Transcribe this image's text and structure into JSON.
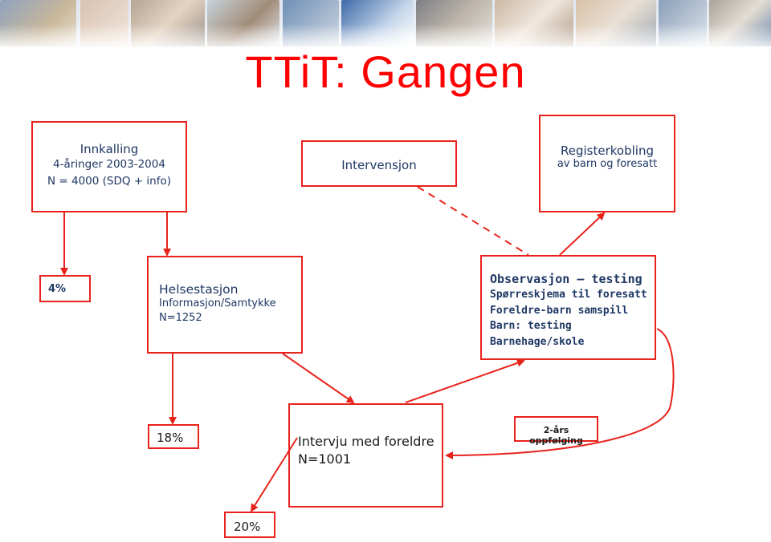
{
  "title": "TTiT: Gangen",
  "colors": {
    "title": "#ff0000",
    "box_border": "#e8231c",
    "arrow": "#e8231c",
    "text": "#1f3864"
  },
  "boxes": {
    "innkalling": {
      "title": "Innkalling",
      "line1": "4-åringer 2003-2004",
      "line2": "N = 4000 (SDQ + info)"
    },
    "intervensjon": {
      "title": "Intervensjon"
    },
    "registerkobling": {
      "title": "Registerkobling",
      "line1": "av barn og foresatt"
    },
    "pct4": {
      "title": "4%"
    },
    "helsestasjon": {
      "title": "Helsestasjon",
      "line1": "Informasjon/Samtykke",
      "line2": "N=1252"
    },
    "observasjon": {
      "title": "Observasjon – testing",
      "line1": "Spørreskjema til foresatt",
      "line2": "Foreldre-barn samspill",
      "line3": "Barn: testing",
      "line4": "Barnehage/skole"
    },
    "pct18": {
      "title": "18%"
    },
    "intervju": {
      "title": "Intervju med foreldre",
      "line1": "N=1001"
    },
    "oppfolging": {
      "title": "2-års oppfølging"
    },
    "pct20": {
      "title": "20%"
    }
  }
}
